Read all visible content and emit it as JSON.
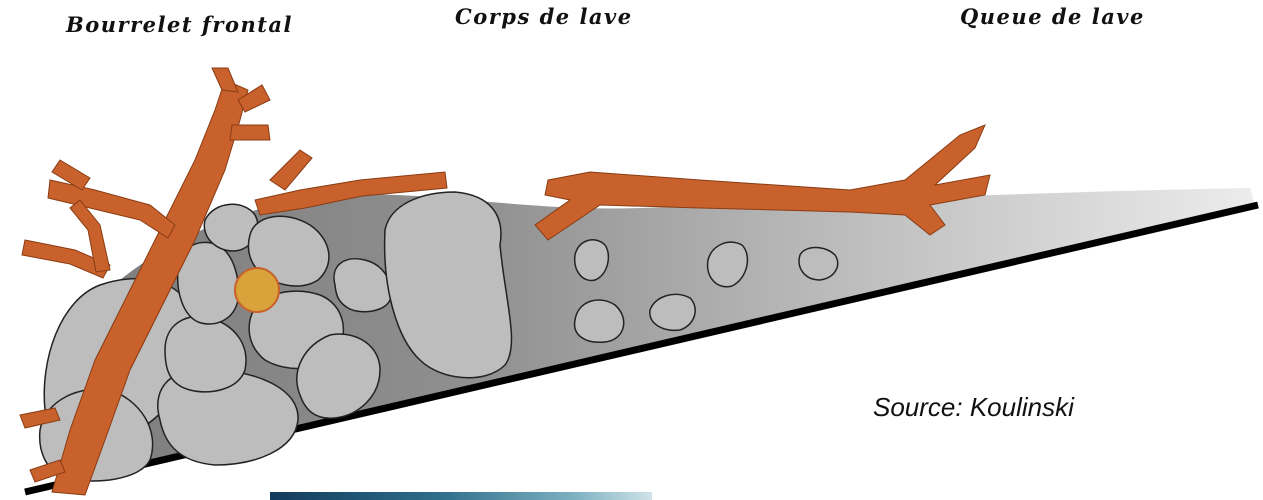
{
  "labels": {
    "front": "Bourrelet frontal",
    "body": "Corps de lave",
    "tail": "Queue de lave"
  },
  "source": "Source: Koulinski",
  "colors": {
    "wood": "#c8612b",
    "rock": "#bdbdbd",
    "highlight_rock": "#d9a23a",
    "ground_line": "#000000"
  }
}
